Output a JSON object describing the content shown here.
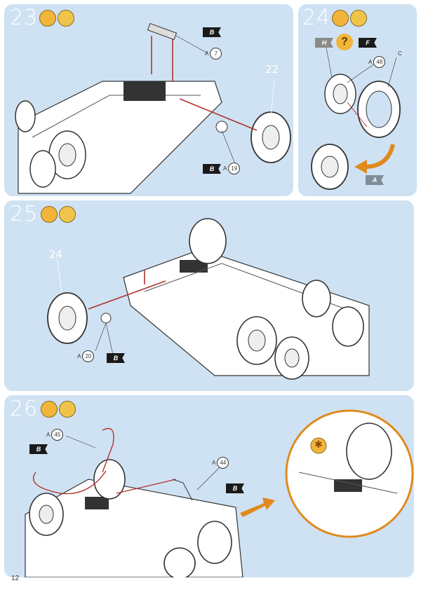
{
  "steps": {
    "s23": {
      "number": "23",
      "paint_hint": "22",
      "labels": {
        "a1": "A",
        "a1_num": "7",
        "a2": "A",
        "a2_num": "19",
        "f1": "B",
        "f2": "B"
      }
    },
    "s24": {
      "number": "24",
      "labels": {
        "h": "H",
        "q": "?",
        "f": "F",
        "a1": "A",
        "a1_num": "48",
        "c": "C",
        "a2": "A"
      }
    },
    "s25": {
      "number": "25",
      "paint_hint": "24",
      "labels": {
        "a1": "A",
        "a1_num": "20",
        "f1": "B"
      }
    },
    "s26": {
      "number": "26",
      "labels": {
        "a1": "A",
        "a1_num": "45",
        "a2": "A",
        "a2_num": "44",
        "f1": "B",
        "f2": "B"
      }
    }
  },
  "colors": {
    "panel": "#cfe2f3",
    "accent_orange": "#e08a1e",
    "arrow_red": "#b3322c"
  },
  "page": {
    "number": "12"
  }
}
